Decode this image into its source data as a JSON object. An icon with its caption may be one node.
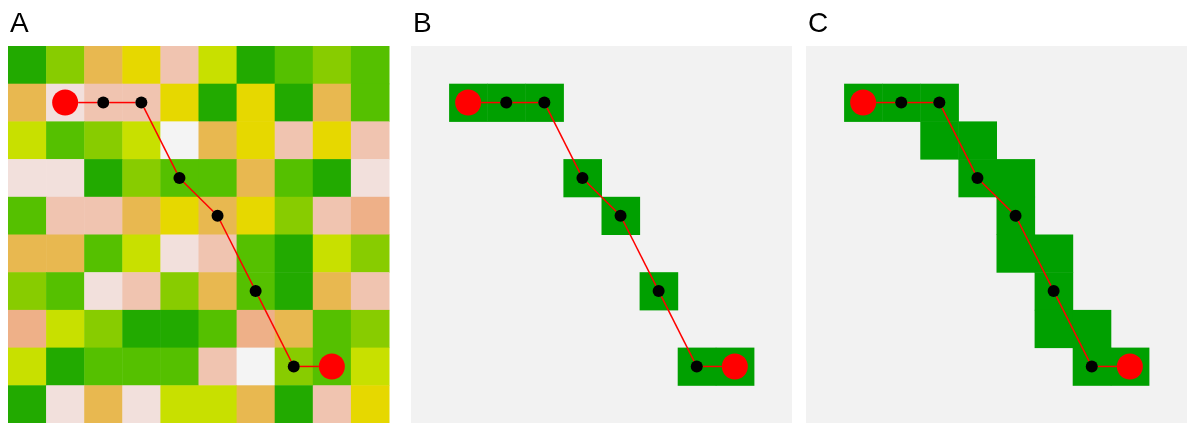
{
  "diagram": {
    "nodes": [
      {
        "text": [
          "A"
        ]
      },
      {
        "text": [],
        "shape": "circle",
        "in": 0
      },
      {
        "text": [],
        "shape": "circle",
        "in": 0
      },
      {
        "text": [],
        "shape": "circle",
        "in": 0
      },
      {
        "text": [],
        "shape": "circle",
        "in": 0
      },
      {
        "text": [],
        "shape": "circle",
        "in": 0
      },
      {
        "text": [],
        "shape": "circle",
        "in": 0
      },
      {
        "text": [],
        "shape": "circle",
        "in": 0
      },
      {
        "text": [],
        "shape": "circle",
        "in": 0
      },
      {
        "text": [
          "B"
        ]
      },
      {
        "text": [],
        "shape": "circle",
        "in": 9
      },
      {
        "text": [],
        "shape": "circle",
        "in": 9
      },
      {
        "text": [],
        "shape": "circle",
        "in": 9
      },
      {
        "text": [],
        "shape": "circle",
        "in": 9
      },
      {
        "text": [],
        "shape": "circle",
        "in": 9
      },
      {
        "text": [],
        "shape": "circle",
        "in": 9
      },
      {
        "text": [],
        "shape": "circle",
        "in": 9
      },
      {
        "text": [],
        "shape": "circle",
        "in": 9
      },
      {
        "text": [
          "C"
        ]
      },
      {
        "text": [],
        "shape": "circle",
        "in": 18
      },
      {
        "text": [],
        "shape": "circle",
        "in": 18
      },
      {
        "text": [],
        "shape": "circle",
        "in": 18
      },
      {
        "text": [],
        "shape": "circle",
        "in": 18
      },
      {
        "text": [],
        "shape": "circle",
        "in": 18
      },
      {
        "text": [],
        "shape": "circle",
        "in": 18
      },
      {
        "text": [],
        "shape": "circle",
        "in": 18
      },
      {
        "text": [],
        "shape": "circle",
        "in": 18
      }
    ],
    "edges": [
      {
        "from": 1,
        "to": 2,
        "arrow": "none"
      },
      {
        "from": 2,
        "to": 3,
        "arrow": "none"
      },
      {
        "from": 3,
        "to": 4,
        "arrow": "none"
      },
      {
        "from": 4,
        "to": 5,
        "arrow": "none"
      },
      {
        "from": 5,
        "to": 6,
        "arrow": "none"
      },
      {
        "from": 6,
        "to": 7,
        "arrow": "none"
      },
      {
        "from": 7,
        "to": 8,
        "arrow": "none"
      },
      {
        "from": 10,
        "to": 11,
        "arrow": "none"
      },
      {
        "from": 11,
        "to": 12,
        "arrow": "none"
      },
      {
        "from": 12,
        "to": 13,
        "arrow": "none"
      },
      {
        "from": 13,
        "to": 14,
        "arrow": "none"
      },
      {
        "from": 14,
        "to": 15,
        "arrow": "none"
      },
      {
        "from": 15,
        "to": 16,
        "arrow": "none"
      },
      {
        "from": 16,
        "to": 17,
        "arrow": "none"
      },
      {
        "from": 19,
        "to": 20,
        "arrow": "none"
      },
      {
        "from": 20,
        "to": 21,
        "arrow": "none"
      },
      {
        "from": 21,
        "to": 22,
        "arrow": "none"
      },
      {
        "from": 22,
        "to": 23,
        "arrow": "none"
      },
      {
        "from": 23,
        "to": 24,
        "arrow": "none"
      },
      {
        "from": 24,
        "to": 25,
        "arrow": "none"
      },
      {
        "from": 25,
        "to": 26,
        "arrow": "none"
      }
    ]
  }
}
